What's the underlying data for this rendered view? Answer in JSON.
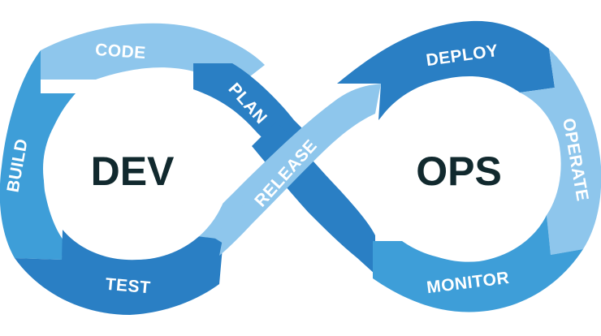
{
  "diagram": {
    "title": "DevOps infinity loop",
    "colors": {
      "light": "#8ec6ec",
      "mid": "#3e9ed8",
      "dark": "#2a7fc4",
      "center_text": "#11292e",
      "segment_text": "#ffffff",
      "background": "#ffffff"
    },
    "centers": [
      {
        "id": "dev",
        "label": "DEV"
      },
      {
        "id": "ops",
        "label": "OPS"
      }
    ],
    "stages": [
      {
        "id": "plan",
        "label": "PLAN",
        "loop": "dev",
        "shade": "dark"
      },
      {
        "id": "code",
        "label": "CODE",
        "loop": "dev",
        "shade": "light"
      },
      {
        "id": "build",
        "label": "BUILD",
        "loop": "dev",
        "shade": "mid"
      },
      {
        "id": "test",
        "label": "TEST",
        "loop": "dev",
        "shade": "dark"
      },
      {
        "id": "release",
        "label": "RELEASE",
        "loop": "crossover",
        "shade": "light"
      },
      {
        "id": "deploy",
        "label": "DEPLOY",
        "loop": "ops",
        "shade": "dark"
      },
      {
        "id": "operate",
        "label": "OPERATE",
        "loop": "ops",
        "shade": "light"
      },
      {
        "id": "monitor",
        "label": "MONITOR",
        "loop": "ops",
        "shade": "mid"
      }
    ]
  }
}
